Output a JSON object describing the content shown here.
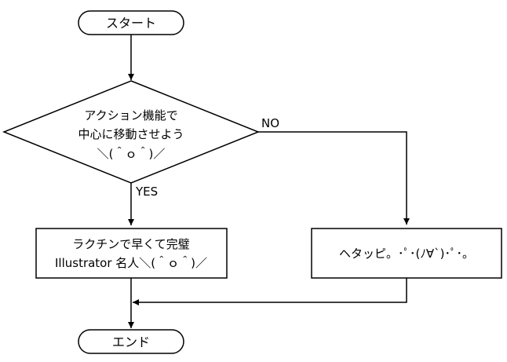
{
  "flowchart": {
    "start": {
      "label": "スタート"
    },
    "decision": {
      "lines": [
        "アクション機能で",
        "中心に移動させよう",
        "＼(＾ｏ＾)／"
      ],
      "yes_label": "YES",
      "no_label": "NO"
    },
    "yes_process": {
      "lines": [
        "ラクチンで早くて完璧",
        "Illustrator 名人＼(＾ｏ＾)／"
      ]
    },
    "no_process": {
      "label": "ヘタッピ。･ﾟ･(ﾉ∀`)･ﾟ･。"
    },
    "end": {
      "label": "エンド"
    }
  }
}
